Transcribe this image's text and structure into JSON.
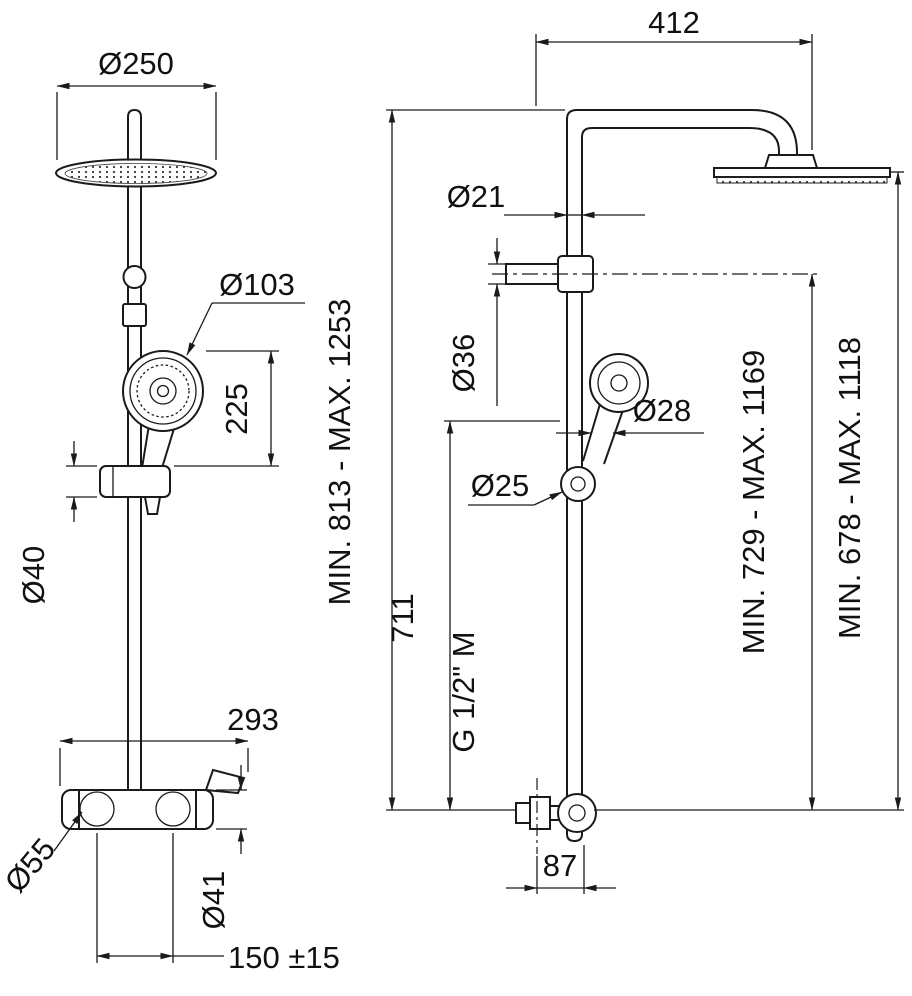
{
  "drawing": {
    "front_view": {
      "head_diameter": "Ø250",
      "hand_shower_diameter": "Ø103",
      "hand_shower_length": "225",
      "slider_diameter": "Ø40",
      "body_width": "293",
      "valve_body_diameter": "Ø55",
      "handle_diameter": "Ø41",
      "inlet_spacing": "150 ±15"
    },
    "side_view": {
      "arm_length": "412",
      "pipe_diameter": "Ø21",
      "bracket_diameter": "Ø36",
      "hand_shower_head_diameter": "Ø28",
      "holder_diameter": "Ø25",
      "overall_height_range": "MIN. 813 - MAX. 1253",
      "hose_outlet_height": "711",
      "connection_thread": "G 1/2\" M",
      "bracket_height_range": "MIN. 729 - MAX. 1169",
      "head_height_range": "MIN. 678 - MAX. 1118",
      "valve_to_column_offset": "87"
    }
  }
}
